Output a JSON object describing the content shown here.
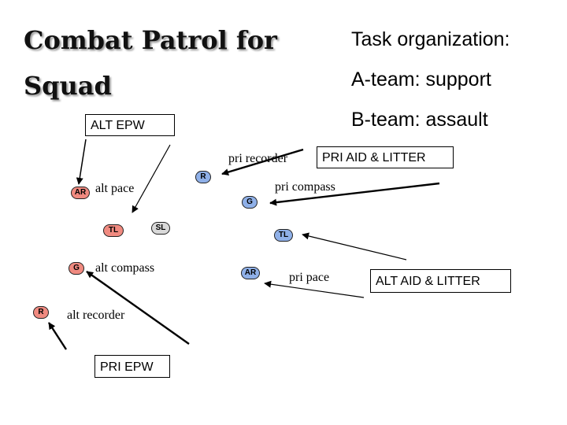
{
  "title": "Combat Patrol for Squad",
  "task": {
    "heading": "Task organization:",
    "a_team": "A-team: support",
    "b_team": "B-team: assault"
  },
  "boxes": {
    "alt_epw": "ALT EPW",
    "pri_aid_litter": "PRI AID & LITTER",
    "alt_aid_litter": "ALT AID & LITTER",
    "pri_epw": "PRI EPW"
  },
  "labels": {
    "pri_recorder": "pri recorder",
    "alt_pace": "alt pace",
    "pri_compass": "pri compass",
    "alt_compass": "alt compass",
    "pri_pace": "pri pace",
    "alt_recorder": "alt recorder"
  },
  "nodes": {
    "ar_left": "AR",
    "tl_left": "TL",
    "sl": "SL",
    "g_left": "G",
    "r_left": "R",
    "r_right": "R",
    "g_right": "G",
    "tl_right": "TL",
    "ar_right": "AR"
  },
  "colors": {
    "a_team_node": "#f08a80",
    "b_team_node": "#8fb0e8",
    "leader_node": "#d9d9d9"
  }
}
